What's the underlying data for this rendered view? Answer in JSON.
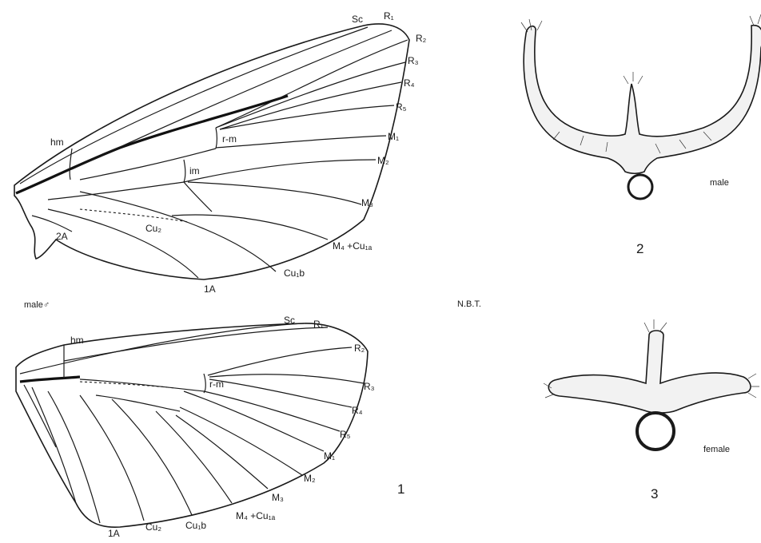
{
  "forewing": {
    "caption": "male♂",
    "veins": {
      "sc": "Sc",
      "r1": "R₁",
      "r2": "R₂",
      "r3": "R₃",
      "r4": "R₄",
      "r5": "R₅",
      "m1": "M₁",
      "m2": "M₂",
      "m3": "M₃",
      "m4cu1a": "M₄ +Cu₁ₐ",
      "cu1b": "Cu₁b",
      "a1": "1A",
      "cu2": "Cu₂",
      "a2": "2A",
      "hm": "hm",
      "rm": "r-m",
      "im": "im"
    }
  },
  "hindwing": {
    "veins": {
      "sc": "Sc",
      "r1": "R₁",
      "r2": "R₂",
      "r3": "R₃",
      "r4": "R₄",
      "r5": "R₅",
      "m1": "M₁",
      "m2": "M₂",
      "m3": "M₃",
      "m4cu1a": "M₄ +Cu₁ₐ",
      "cu1b": "Cu₁b",
      "cu2": "Cu₂",
      "a1": "1A",
      "hm": "hm",
      "rm": "r-m"
    }
  },
  "figure_numbers": {
    "fig1": "1",
    "fig2": "2",
    "fig3": "3"
  },
  "structures": {
    "male_label": "male",
    "female_label": "female"
  },
  "credit": "N.B.T."
}
